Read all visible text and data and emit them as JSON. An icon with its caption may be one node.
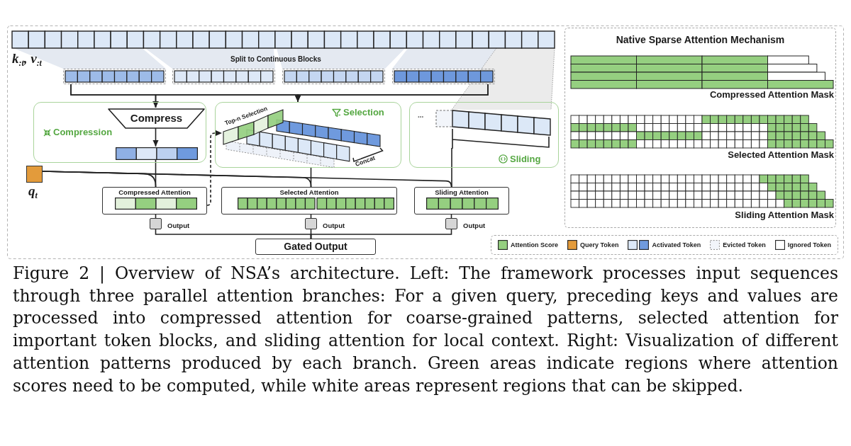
{
  "diagram": {
    "nodes": [
      {
        "text": [],
        "shape": "bar"
      },
      {
        "text": [],
        "shape": "bar"
      },
      {
        "text": [],
        "shape": "bar"
      },
      {
        "text": [],
        "shape": "bar"
      },
      {
        "text": [
          "Compression"
        ]
      },
      {
        "text": [
          "Compress"
        ],
        "in": 4
      },
      {
        "text": [],
        "shape": "bar",
        "in": 4
      },
      {
        "text": [
          "Selection"
        ]
      },
      {
        "text": [
          "Top-n Selection"
        ],
        "in": 7
      },
      {
        "text": [
          "Sliding"
        ]
      },
      {
        "text": [],
        "shape": "bar",
        "in": 9
      },
      {
        "text": [],
        "shape": "box",
        "beside": [
          "q$_{t}$"
        ]
      },
      {
        "text": [
          "Compressed Attention"
        ]
      },
      {
        "text": [
          "Selected Attention"
        ]
      },
      {
        "text": [
          "Sliding Attention"
        ]
      },
      {
        "text": [],
        "shape": "box",
        "beside": [
          "Output"
        ]
      },
      {
        "text": [],
        "shape": "box",
        "beside": [
          "Output"
        ]
      },
      {
        "text": [],
        "shape": "box",
        "beside": [
          "Output"
        ]
      },
      {
        "text": [
          "Gated Output"
        ]
      },
      {
        "text": [
          "Native Sparse Attention Mechanism"
        ]
      },
      {
        "text": [
          "Compressed Attention Mask"
        ],
        "in": 19
      },
      {
        "text": [
          "Selected Attention Mask"
        ],
        "in": 19
      },
      {
        "text": [
          "Sliding Attention Mask"
        ],
        "in": 19
      }
    ],
    "edges": [
      {
        "from": 0,
        "to": 5,
        "arrow": "to"
      },
      {
        "from": 0,
        "to": 7,
        "arrow": "to"
      },
      {
        "from": 3,
        "to": 5,
        "arrow": "to"
      },
      {
        "from": 3,
        "to": 7,
        "arrow": "to"
      },
      {
        "from": 5,
        "to": 6,
        "arrow": "to"
      },
      {
        "from": 6,
        "to": 12,
        "arrow": "none"
      },
      {
        "from": 11,
        "to": 12,
        "arrow": "none"
      },
      {
        "from": 11,
        "to": 13,
        "arrow": "none"
      },
      {
        "from": 11,
        "to": 14,
        "arrow": "none"
      },
      {
        "from": 7,
        "to": 13,
        "arrow": "none"
      },
      {
        "from": 10,
        "to": 14,
        "arrow": "none"
      },
      {
        "from": 12,
        "to": 8,
        "arrow": "to",
        "style": "dashed"
      },
      {
        "from": 12,
        "to": 15,
        "arrow": "none"
      },
      {
        "from": 13,
        "to": 16,
        "arrow": "none"
      },
      {
        "from": 14,
        "to": 17,
        "arrow": "none"
      },
      {
        "from": 15,
        "to": 18,
        "arrow": "none"
      },
      {
        "from": 16,
        "to": 18,
        "arrow": "none"
      },
      {
        "from": 17,
        "to": 18,
        "arrow": "none"
      }
    ],
    "labels": [
      "k$_{:t}$, v$_{:t}$",
      "Split to Continuous Blocks",
      "Concat",
      "..."
    ],
    "legend": [
      {
        "text": "Attention Score",
        "color": "#95cf80"
      },
      {
        "text": "Query Token",
        "color": "#e39b3b"
      },
      {
        "text": "Activated Token"
      },
      {
        "text": "Evicted Token"
      },
      {
        "text": "Ignored Token"
      }
    ],
    "caption": "Figure 2 | Overview of NSA’s architecture. Left: The framework processes input sequences through three parallel attention branches: For a given query, preceding keys and values are processed into compressed attention for coarse-grained patterns, selected attention for important token blocks, and sliding attention for local context. Right: Visualization of different attention patterns produced by each branch. Green areas indicate regions where attention scores need to be computed, while white areas represent regions that can be skipped."
  }
}
